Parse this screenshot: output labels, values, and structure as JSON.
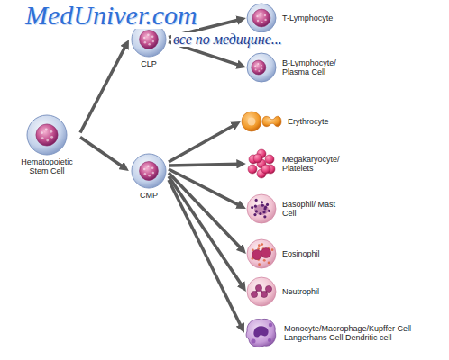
{
  "diagram": {
    "nodes": [
      {
        "text": [
          "Hematopoietic Stem Cell"
        ]
      },
      {
        "text": [
          "CLP"
        ]
      },
      {
        "text": [
          "T-Lymphocyte"
        ]
      },
      {
        "text": [
          "B-Lymphocyte/ Plasma Cell"
        ]
      },
      {
        "text": [
          "CMP"
        ]
      },
      {
        "text": [
          "Erythrocyte"
        ]
      },
      {
        "text": [
          "Megakaryocyte/ Platelets"
        ]
      },
      {
        "text": [
          "Basophil/ Mast Cell"
        ]
      },
      {
        "text": [
          "Eosinophil"
        ]
      },
      {
        "text": [
          "Neutrophil"
        ]
      },
      {
        "text": [
          "Monocyte/Macrophage/Kupffer Cell Langerhans Cell Dendritic cell"
        ]
      }
    ],
    "edges": [
      {
        "from": 0,
        "to": 1,
        "arrow": "to"
      },
      {
        "from": 0,
        "to": 4,
        "arrow": "to"
      },
      {
        "from": 1,
        "to": 2,
        "arrow": "to"
      },
      {
        "from": 1,
        "to": 3,
        "arrow": "to"
      },
      {
        "from": 4,
        "to": 5,
        "arrow": "to"
      },
      {
        "from": 4,
        "to": 6,
        "arrow": "to"
      },
      {
        "from": 4,
        "to": 7,
        "arrow": "to"
      },
      {
        "from": 4,
        "to": 8,
        "arrow": "to"
      },
      {
        "from": 4,
        "to": 9,
        "arrow": "to"
      },
      {
        "from": 4,
        "to": 10,
        "arrow": "to"
      }
    ],
    "labels": [
      "MedUniver.com",
      "все по медицине..."
    ]
  }
}
